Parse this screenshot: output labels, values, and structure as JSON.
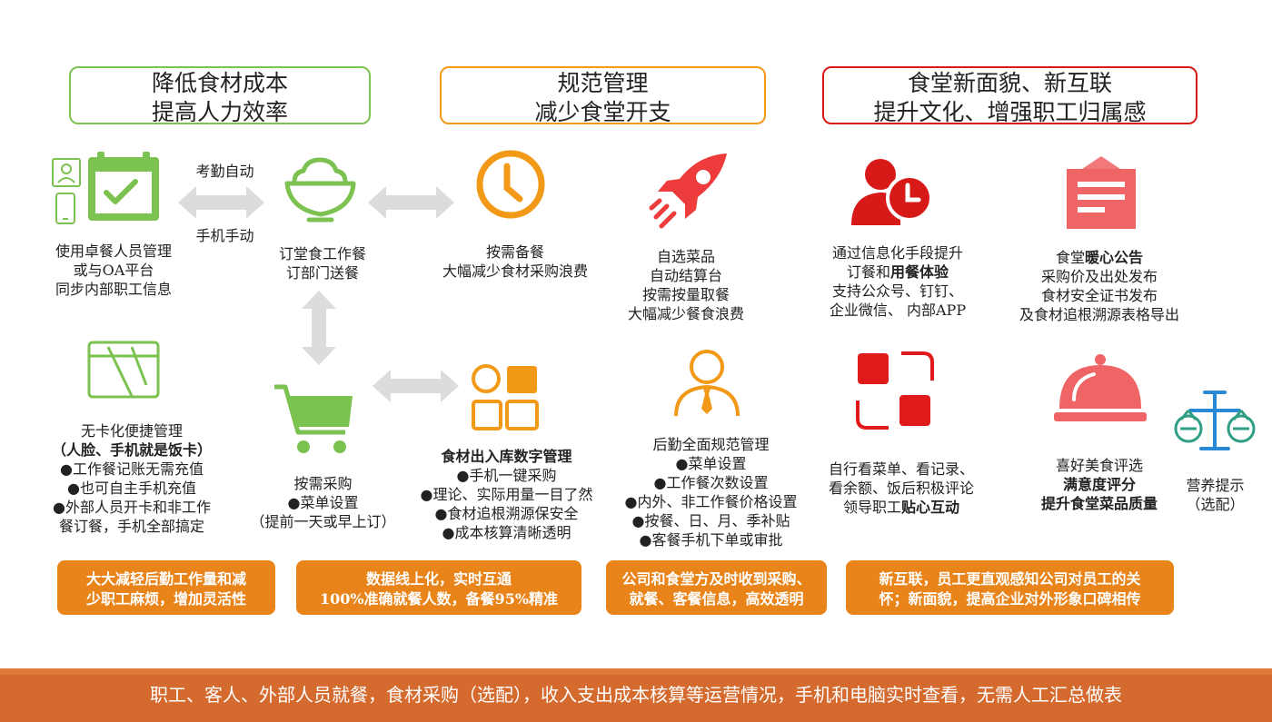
{
  "colors": {
    "green": "#7cc250",
    "orange": "#f29a18",
    "red": "#d71918",
    "teal": "#2f9e84",
    "blue": "#2a89d4",
    "gray_arrow": "#dcdcdc",
    "orange_box": "#e9841a",
    "footer": "#d56a2e"
  },
  "headers": [
    {
      "line1": "降低食材成本",
      "line2": "提高人力效率"
    },
    {
      "line1": "规范管理",
      "line2": "减少食堂开支"
    },
    {
      "line1": "食堂新面貌、新互联",
      "line2": "提升文化、增强职工归属感"
    }
  ],
  "arrow_labels": {
    "top": "考勤自动",
    "bottom": "手机手动"
  },
  "features": {
    "staff_sync": {
      "icon": "calendar-check-icon",
      "lines": [
        "使用卓餐人员管理",
        "或与OA平台",
        "同步内部职工信息"
      ]
    },
    "meal_order": {
      "icon": "bowl-icon",
      "lines": [
        "订堂食工作餐",
        "订部门送餐"
      ]
    },
    "prep": {
      "icon": "clock-icon",
      "lines": [
        "按需备餐",
        "大幅减少食材采购浪费"
      ]
    },
    "self_select": {
      "icon": "rocket-icon",
      "lines": [
        "自选菜品",
        "自动结算台",
        "按需按量取餐",
        "大幅减少餐食浪费"
      ]
    },
    "info": {
      "icon": "user-clock-icon",
      "line1": "通过信息化手段提升",
      "line2_a": "订餐和",
      "line2_b": "用餐体验",
      "line3": "支持公众号、钉钉、",
      "line4": "企业微信、 内部APP"
    },
    "notice": {
      "icon": "notice-board-icon",
      "line1_a": "食堂",
      "line1_b": "暖心公告",
      "line2": "采购价及出处发布",
      "line3": "食材安全证书发布",
      "line4": "及食材追根溯源表格导出"
    },
    "cardless": {
      "icon": "card-slash-icon",
      "line1": "无卡化便捷管理",
      "line2": "（人脸、手机就是饭卡）",
      "line3": "●工作餐记账无需充值",
      "line4": "●也可自主手机充值",
      "line5": "●外部人员开卡和非工作",
      "line6": "餐订餐，手机全部搞定"
    },
    "purchase": {
      "icon": "cart-icon",
      "lines": [
        "按需采购",
        "●菜单设置",
        "（提前一天或早上订）"
      ]
    },
    "inventory": {
      "icon": "grid-apps-icon",
      "title": "食材出入库数字管理",
      "lines": [
        "●手机一键采购",
        "●理论、实际用量一目了然",
        "●食材追根溯源保安全",
        "●成本核算清晰透明"
      ]
    },
    "logistics": {
      "icon": "manager-icon",
      "lines": [
        "后勤全面规范管理",
        "●菜单设置",
        "●工作餐次数设置",
        "●内外、非工作餐价格设置",
        "●按餐、日、月、季补贴",
        "●客餐手机下单或审批"
      ]
    },
    "menu_view": {
      "icon": "scan-icon",
      "line1": "自行看菜单、看记录、",
      "line2": "看余额、饭后积极评论",
      "line3_a": "领导职工",
      "line3_b": "贴心互动"
    },
    "rating": {
      "icon": "food-cloche-icon",
      "line1": "喜好美食评选",
      "line2": "满意度评分",
      "line3": "提升食堂菜品质量"
    },
    "nutrition": {
      "icon": "balance-scale-icon",
      "lines": [
        "营养提示",
        "（选配）"
      ]
    }
  },
  "summary_boxes": [
    {
      "line1": "大大减轻后勤工作量和减",
      "line2": "少职工麻烦，增加灵活性"
    },
    {
      "line1": "数据线上化，实时互通",
      "line2": "100%准确就餐人数，备餐95%精准"
    },
    {
      "line1": "公司和食堂方及时收到采购、",
      "line2": "就餐、客餐信息，高效透明"
    },
    {
      "line1": "新互联，员工更直观感知公司对员工的关",
      "line2": "怀；新面貌，提高企业对外形象口碑相传"
    }
  ],
  "footer": "职工、客人、外部人员就餐，食材采购（选配），收入支出成本核算等运营情况，手机和电脑实时查看，无需人工汇总做表"
}
